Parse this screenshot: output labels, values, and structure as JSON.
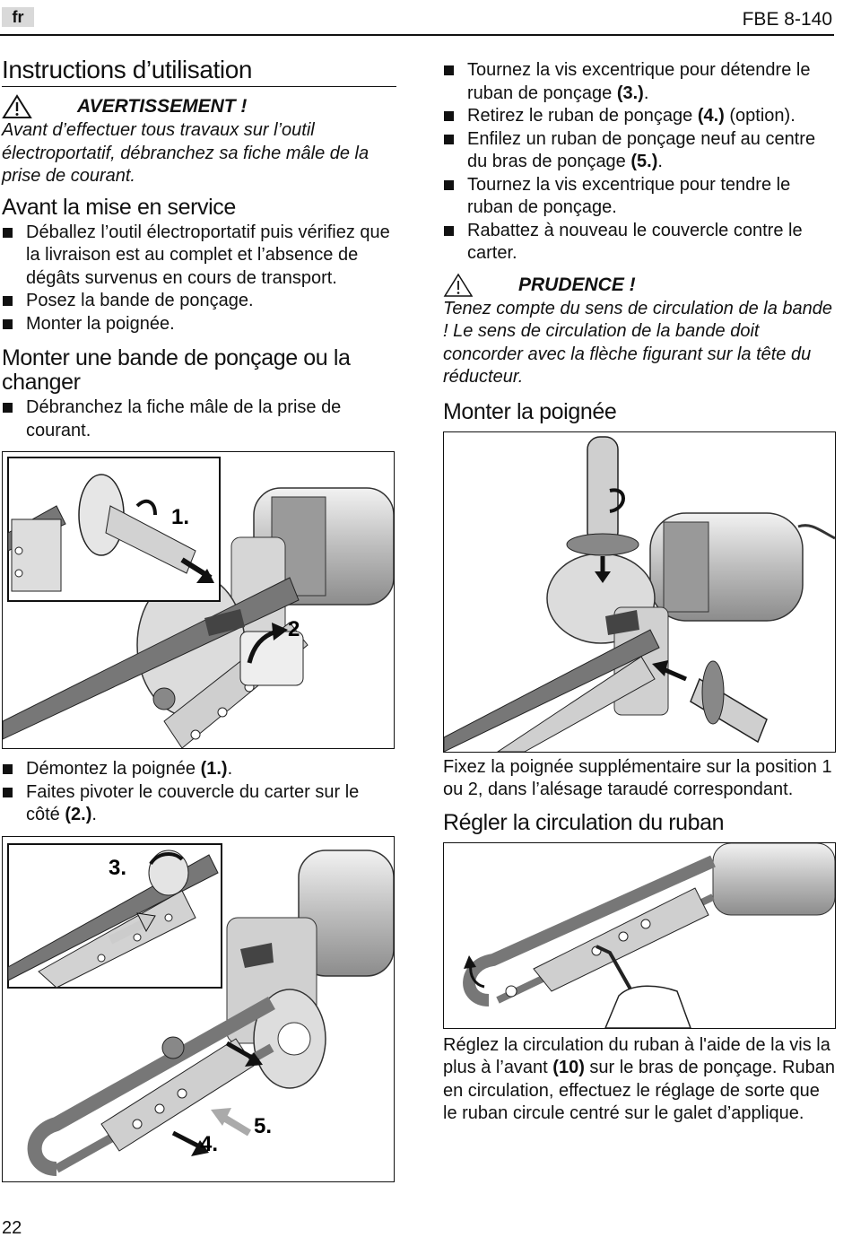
{
  "header": {
    "lang": "fr",
    "doc_code": "FBE 8-140"
  },
  "left": {
    "title": "Instructions d’utilisation",
    "warning": {
      "label": "AVERTISSEMENT !",
      "text": "Avant d’effectuer tous travaux sur l’outil électroportatif, débranchez sa fiche mâle de la prise de courant."
    },
    "avant": {
      "heading": "Avant la mise en service",
      "items": [
        "Déballez l’outil électroportatif puis vérifiez que la livraison est au complet et l’absence de dégâts survenus en cours de transport.",
        "Posez la bande de ponçage.",
        "Monter la poignée."
      ]
    },
    "monter_bande": {
      "heading": "Monter une bande de ponçage ou la changer",
      "items": [
        "Débranchez la fiche mâle de la prise de courant."
      ]
    },
    "fig1": {
      "labels": [
        "1.",
        "2"
      ]
    },
    "steps2": [
      {
        "text": "Démontez la poignée ",
        "bold": "(1.)",
        "end": "."
      },
      {
        "text": "Faites pivoter le couvercle du carter sur le côté ",
        "bold": "(2.)",
        "end": "."
      }
    ],
    "fig2": {
      "labels": [
        "3.",
        "4.",
        "5."
      ]
    }
  },
  "right": {
    "steps3": [
      {
        "text": "Tournez la vis excentrique pour détendre le ruban de ponçage ",
        "bold": "(3.)",
        "end": "."
      },
      {
        "text": "Retirez le ruban de ponçage ",
        "bold": "(4.)",
        "end": " (option)."
      },
      {
        "text": "Enfilez un ruban de ponçage neuf au centre du bras de ponçage ",
        "bold": "(5.)",
        "end": "."
      },
      {
        "text": "Tournez la vis excentrique pour tendre le ruban de ponçage.",
        "bold": "",
        "end": ""
      },
      {
        "text": "Rabattez à nouveau le couvercle contre le carter.",
        "bold": "",
        "end": ""
      }
    ],
    "caution": {
      "label": "PRUDENCE !",
      "text": "Tenez compte du sens de circulation de la bande ! Le sens de circulation de la bande doit concorder avec la flèche figurant sur la tête du réducteur."
    },
    "poignee": {
      "heading": "Monter la poignée",
      "text": "Fixez la poignée supplémentaire sur la position 1 ou 2, dans l’alésage taraudé correspondant."
    },
    "regler": {
      "heading": "Régler la circulation du ruban",
      "text1": "Réglez la circulation du ruban à l'aide de la vis la plus à l’avant ",
      "bold": "(10)",
      "text2": " sur le bras de ponçage. Ruban en circulation, effectuez le réglage de sorte que le ruban circule centré sur le galet d’applique."
    }
  },
  "footer": {
    "page_number": "22"
  }
}
